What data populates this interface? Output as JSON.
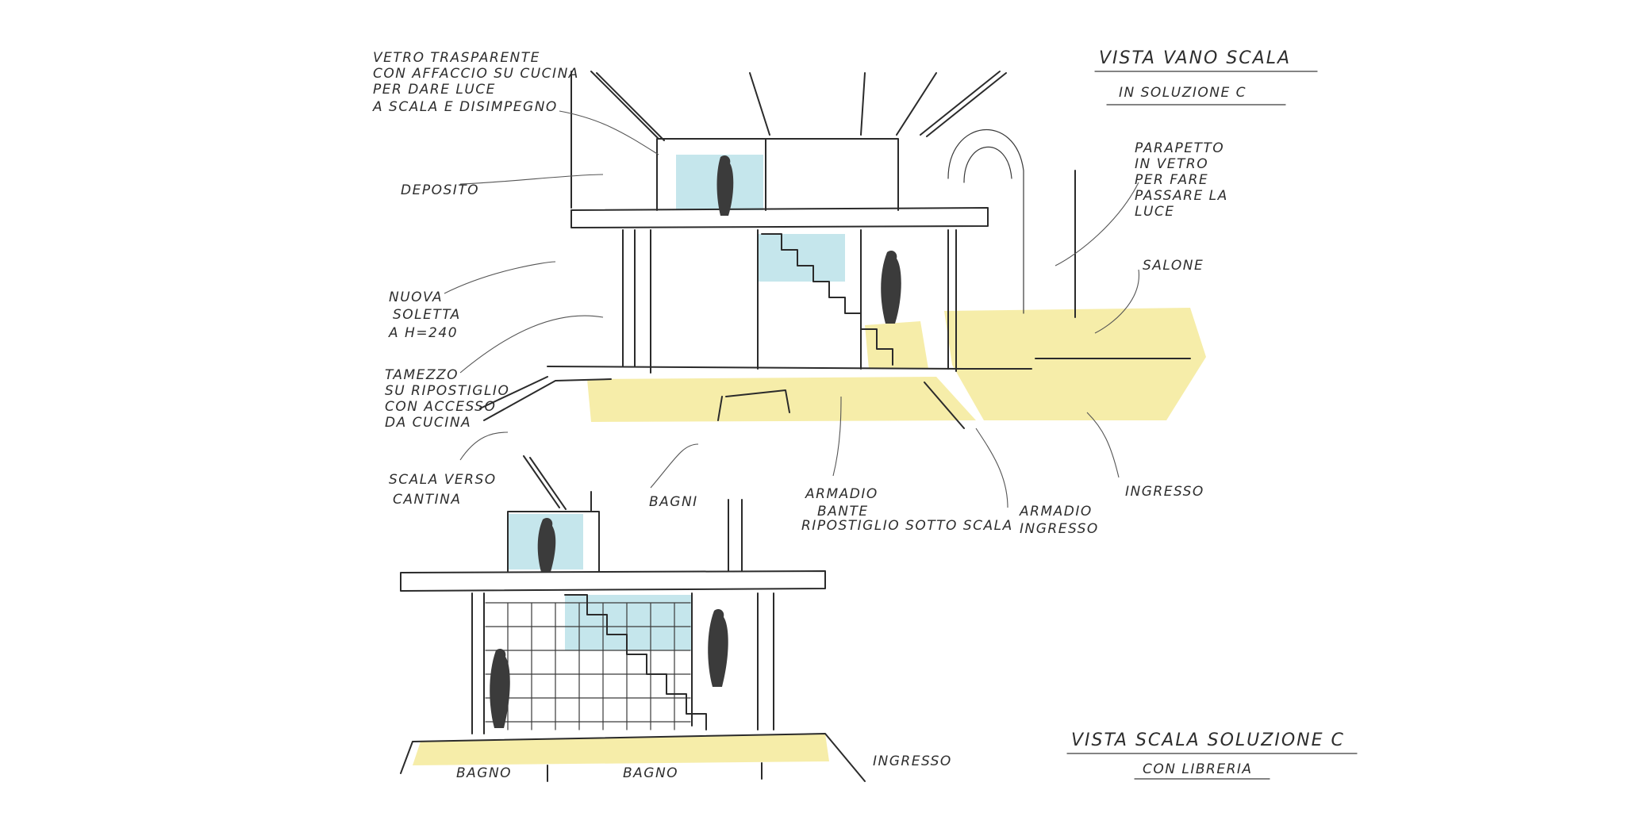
{
  "sketch": {
    "colors": {
      "ink": "#2b2b2b",
      "yellow_floor": "#f4ea9a",
      "blue_glass": "#bfe3ea"
    },
    "titles": {
      "top": {
        "line1": "VISTA VANO SCALA",
        "line2": "IN SOLUZIONE C"
      },
      "bottom": {
        "line1": "VISTA SCALA SOLUZIONE C",
        "line2": "CON LIBRERIA"
      }
    },
    "annotations": {
      "vetro": [
        "VETRO TRASPARENTE",
        "CON AFFACCIO SU CUCINA",
        "PER DARE LUCE",
        "A SCALA E DISIMPEGNO"
      ],
      "deposito": "DEPOSITO",
      "nuova_soletta": [
        "NUOVA",
        "SOLETTA",
        "A H=240"
      ],
      "tamezzo": [
        "TAMEZZO",
        "SU RIPOSTIGLIO",
        "CON ACCESSO",
        "DA CUCINA"
      ],
      "scala_cantina": [
        "SCALA VERSO",
        "CANTINA"
      ],
      "bagni": "BAGNI",
      "armadio_bante": [
        "ARMADIO",
        "BANTE",
        "RIPOSTIGLIO SOTTO SCALA"
      ],
      "armadio_ingresso": [
        "ARMADIO",
        "INGRESSO"
      ],
      "ingresso_top": "INGRESSO",
      "salone": "SALONE",
      "parapetto": [
        "PARAPETTO",
        "IN VETRO",
        "PER FARE",
        "PASSARE LA",
        "LUCE"
      ],
      "bagno_1": "BAGNO",
      "bagno_2": "BAGNO",
      "ingresso_bottom": "INGRESSO"
    }
  }
}
